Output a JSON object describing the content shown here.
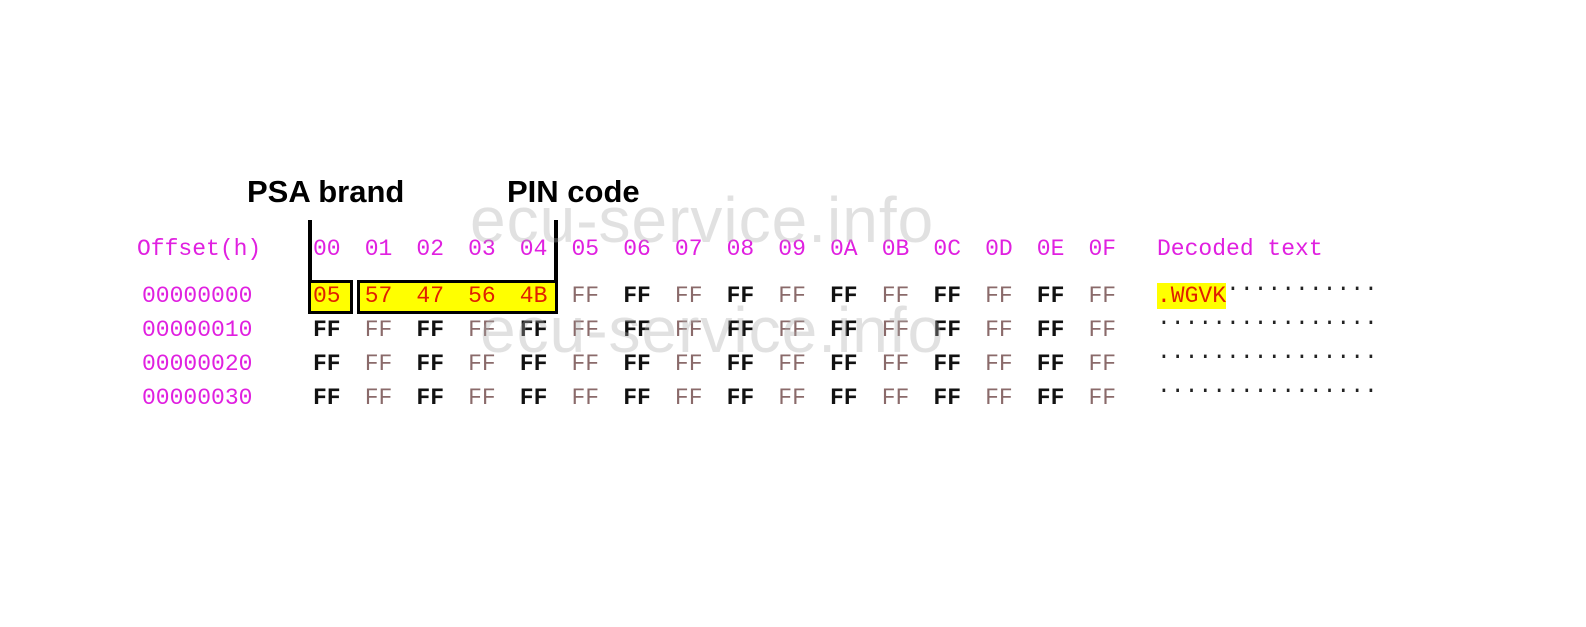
{
  "annotations": {
    "psa_brand": "PSA brand",
    "pin_code": "PIN code"
  },
  "watermark": "ecu-service.info",
  "hex_view": {
    "offset_header": "Offset(h)",
    "columns": [
      "00",
      "01",
      "02",
      "03",
      "04",
      "05",
      "06",
      "07",
      "08",
      "09",
      "0A",
      "0B",
      "0C",
      "0D",
      "0E",
      "0F"
    ],
    "decoded_header": "Decoded text",
    "rows": [
      {
        "offset": "00000000",
        "bytes": [
          "05",
          "57",
          "47",
          "56",
          "4B",
          "FF",
          "FF",
          "FF",
          "FF",
          "FF",
          "FF",
          "FF",
          "FF",
          "FF",
          "FF",
          "FF"
        ],
        "decoded_highlight": ".WGVK",
        "decoded_rest": "..........."
      },
      {
        "offset": "00000010",
        "bytes": [
          "FF",
          "FF",
          "FF",
          "FF",
          "FF",
          "FF",
          "FF",
          "FF",
          "FF",
          "FF",
          "FF",
          "FF",
          "FF",
          "FF",
          "FF",
          "FF"
        ],
        "decoded_highlight": "",
        "decoded_rest": "................"
      },
      {
        "offset": "00000020",
        "bytes": [
          "FF",
          "FF",
          "FF",
          "FF",
          "FF",
          "FF",
          "FF",
          "FF",
          "FF",
          "FF",
          "FF",
          "FF",
          "FF",
          "FF",
          "FF",
          "FF"
        ],
        "decoded_highlight": "",
        "decoded_rest": "................"
      },
      {
        "offset": "00000030",
        "bytes": [
          "FF",
          "FF",
          "FF",
          "FF",
          "FF",
          "FF",
          "FF",
          "FF",
          "FF",
          "FF",
          "FF",
          "FF",
          "FF",
          "FF",
          "FF",
          "FF"
        ],
        "decoded_highlight": "",
        "decoded_rest": "................"
      }
    ],
    "highlighted_bytes": 5
  },
  "colors": {
    "highlight": "#ffff00",
    "header": "#e020e0",
    "highlight_text": "#e02000"
  }
}
